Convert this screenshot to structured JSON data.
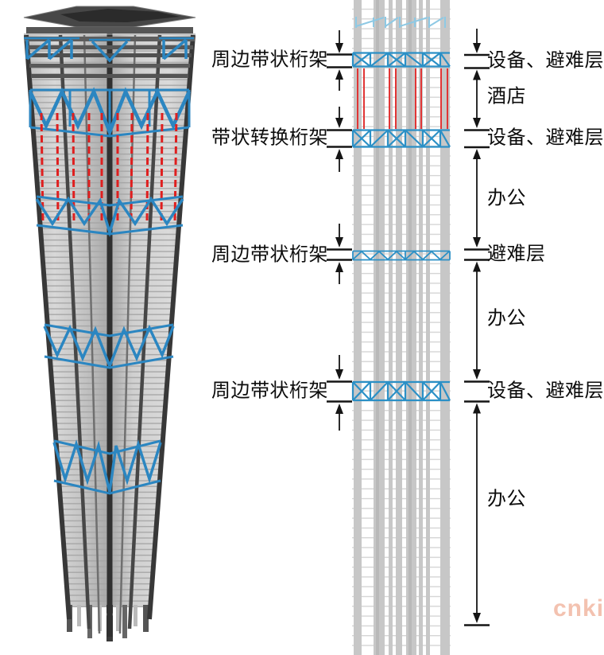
{
  "figure": {
    "type": "structural-engineering-diagram",
    "left_annotations": [
      {
        "label": "周边带状桁架"
      },
      {
        "label": "带状转换桁架"
      },
      {
        "label": "周边带状桁架"
      },
      {
        "label": "周边带状桁架"
      }
    ],
    "right_annotations": [
      {
        "label": "设备、避难层"
      },
      {
        "label": "酒店"
      },
      {
        "label": "设备、避难层"
      },
      {
        "label": "办公"
      },
      {
        "label": "避难层"
      },
      {
        "label": "办公"
      },
      {
        "label": "设备、避难层"
      },
      {
        "label": "办公"
      }
    ],
    "watermark": "cnki",
    "colors": {
      "truss_blue": "#2b90c6",
      "light_truss_blue": "#8ec9e4",
      "hanging_column_red": "#e02a2a",
      "structure_gray": "#c7c7c7",
      "floor_line_gray": "#d4d4d4",
      "dark_column": "#383838",
      "dimension_black": "#151515",
      "watermark_pink": "#f3c2b0"
    }
  }
}
